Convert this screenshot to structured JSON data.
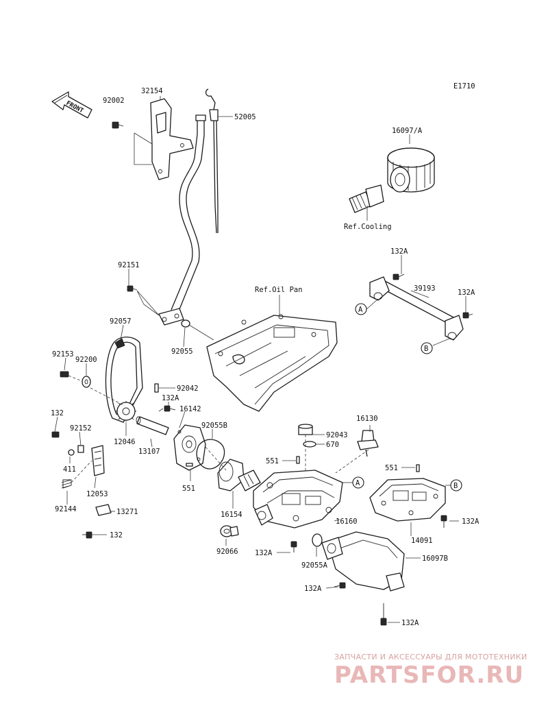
{
  "diagram_code": "E1710",
  "front_label": "FRONT",
  "watermark": {
    "tagline": "ЗАПЧАСТИ И АКСЕССУАРЫ ДЛЯ МОТОТЕХНИКИ",
    "logo": "PARTSFOR.RU"
  },
  "refs": {
    "cooling": "Ref.Cooling",
    "oil_pan": "Ref.Oil Pan"
  },
  "circle_refs": [
    "A",
    "B"
  ],
  "parts": [
    {
      "id": "p92002",
      "number": "92002"
    },
    {
      "id": "p32154",
      "number": "32154"
    },
    {
      "id": "p52005",
      "number": "52005"
    },
    {
      "id": "p16097A",
      "number": "16097/A"
    },
    {
      "id": "p132A_1",
      "number": "132A"
    },
    {
      "id": "p39193",
      "number": "39193"
    },
    {
      "id": "p132A_2",
      "number": "132A"
    },
    {
      "id": "p92151",
      "number": "92151"
    },
    {
      "id": "p92057",
      "number": "92057"
    },
    {
      "id": "p92055",
      "number": "92055"
    },
    {
      "id": "p92153",
      "number": "92153"
    },
    {
      "id": "p92200",
      "number": "92200"
    },
    {
      "id": "p92042",
      "number": "92042"
    },
    {
      "id": "p132A_3",
      "number": "132A"
    },
    {
      "id": "p16142",
      "number": "16142"
    },
    {
      "id": "p132_1",
      "number": "132"
    },
    {
      "id": "p92152",
      "number": "92152"
    },
    {
      "id": "p12046",
      "number": "12046"
    },
    {
      "id": "p13107",
      "number": "13107"
    },
    {
      "id": "p92055B",
      "number": "92055B"
    },
    {
      "id": "p16130",
      "number": "16130"
    },
    {
      "id": "p92043",
      "number": "92043"
    },
    {
      "id": "p670",
      "number": "670"
    },
    {
      "id": "p551_1",
      "number": "551"
    },
    {
      "id": "p551_2",
      "number": "551"
    },
    {
      "id": "p411",
      "number": "411"
    },
    {
      "id": "p12053",
      "number": "12053"
    },
    {
      "id": "p551_3",
      "number": "551"
    },
    {
      "id": "p92144",
      "number": "92144"
    },
    {
      "id": "p13271",
      "number": "13271"
    },
    {
      "id": "p16154",
      "number": "16154"
    },
    {
      "id": "p16160",
      "number": "16160"
    },
    {
      "id": "p132A_4",
      "number": "132A"
    },
    {
      "id": "p14091",
      "number": "14091"
    },
    {
      "id": "p132_2",
      "number": "132"
    },
    {
      "id": "p92066",
      "number": "92066"
    },
    {
      "id": "p132A_5",
      "number": "132A"
    },
    {
      "id": "p92055A",
      "number": "92055A"
    },
    {
      "id": "p16097B",
      "number": "16097B"
    },
    {
      "id": "p132A_6",
      "number": "132A"
    },
    {
      "id": "p132A_7",
      "number": "132A"
    }
  ]
}
